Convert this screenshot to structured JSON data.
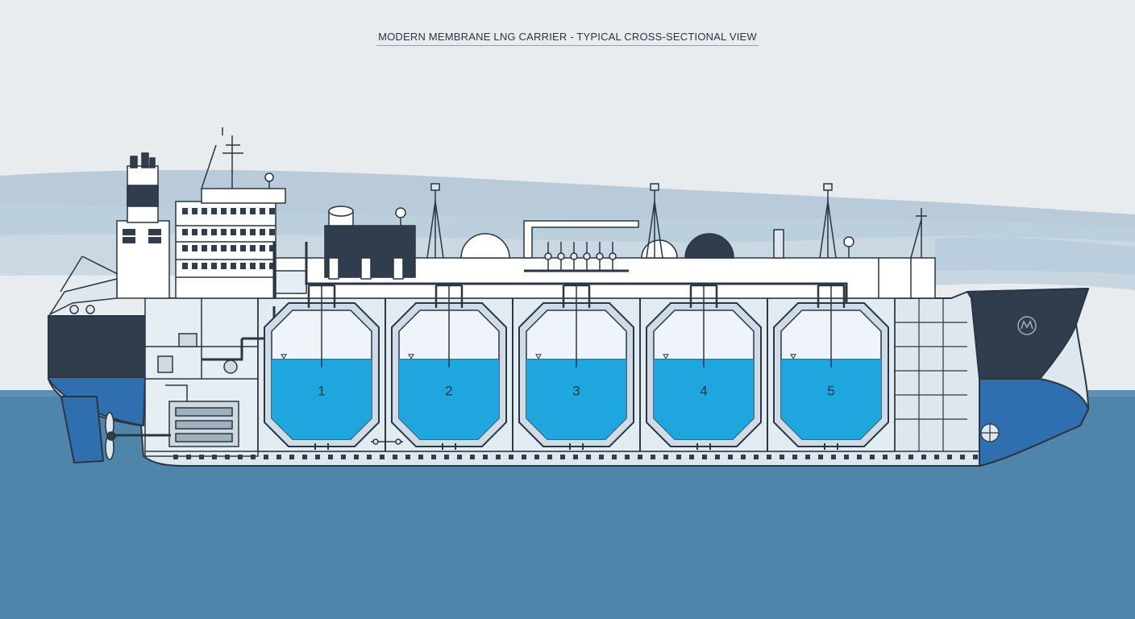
{
  "title": "MODERN MEMBRANE LNG CARRIER - TYPICAL CROSS-SECTIONAL VIEW",
  "tanks": [
    {
      "label": "1",
      "fill_level": 0.62
    },
    {
      "label": "2",
      "fill_level": 0.62
    },
    {
      "label": "3",
      "fill_level": 0.62
    },
    {
      "label": "4",
      "fill_level": 0.62
    },
    {
      "label": "5",
      "fill_level": 0.62
    }
  ],
  "colors": {
    "sky": "#e8ecef",
    "sea": "#4f84ab",
    "hull_dark": "#2f3d4c",
    "hull_blue": "#2f6fb0",
    "lng": "#1fa6de",
    "line": "#2a3642",
    "title_text": "#2a3642"
  },
  "icons": {
    "bow_logo": "gear-logo-icon",
    "propeller": "propeller-icon"
  }
}
